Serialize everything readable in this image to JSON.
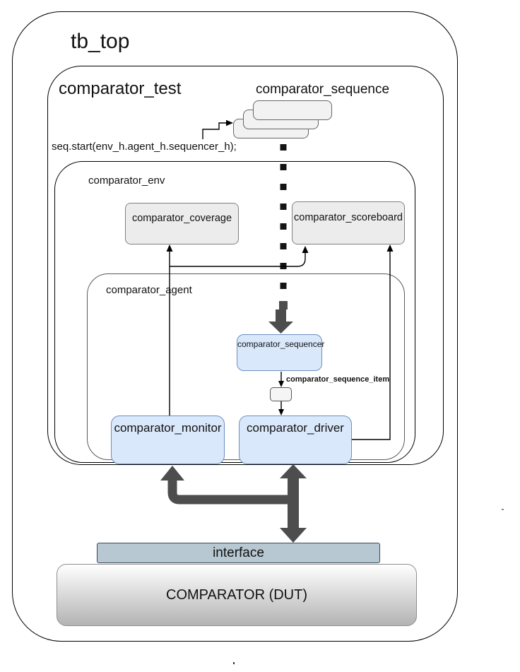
{
  "diagram": {
    "tb_top_label": "tb_top",
    "test_label": "comparator_test",
    "sequence_label": "comparator_sequence",
    "seq_start_code": "seq.start(env_h.agent_h.sequencer_h);",
    "env_label": "comparator_env",
    "coverage_label": "comparator_coverage",
    "scoreboard_label": "comparator_scoreboard",
    "agent_label": "comparator_agent",
    "sequencer_label": "comparator_sequencer",
    "sequence_item_label": "comparator_sequence_item",
    "monitor_label": "comparator_monitor",
    "driver_label": "comparator_driver",
    "interface_label": "interface",
    "dut_label": "COMPARATOR (DUT)"
  },
  "connectors": [
    {
      "from": "seq.start code",
      "to": "comparator_sequence stack",
      "style": "thin-stepped-arrow"
    },
    {
      "from": "comparator_sequence stack",
      "to": "comparator_sequencer",
      "style": "dotted-thick-arrow"
    },
    {
      "from": "comparator_sequencer",
      "to": "comparator_sequence_item",
      "style": "thin-arrow"
    },
    {
      "from": "comparator_sequence_item",
      "to": "comparator_driver",
      "style": "thin-arrow"
    },
    {
      "from": "comparator_monitor",
      "to": "comparator_coverage",
      "style": "thin-arrow"
    },
    {
      "from": "comparator_monitor",
      "to": "comparator_scoreboard",
      "style": "thin-arrow-branch"
    },
    {
      "from": "comparator_driver",
      "to": "comparator_scoreboard",
      "style": "thin-arrow"
    },
    {
      "from": "comparator_driver",
      "to": "interface",
      "style": "thick-double-arrow"
    },
    {
      "from": "interface",
      "to": "comparator_monitor",
      "style": "thick-arrow"
    }
  ],
  "colors": {
    "node_blue_fill": "#dae8fc",
    "node_blue_border": "#6c8ebf",
    "node_gray_fill": "#ececec",
    "node_gray_border": "#808080",
    "card_fill": "#f2f2f2",
    "card_border": "#666666",
    "interface_fill": "#b7c8d2",
    "interface_border": "#3a4b57",
    "dut_fill_top": "#ffffff",
    "dut_fill_bottom": "#b3b3b3",
    "dut_border": "#8f8f8f",
    "thick_arrow": "#4d4d4d",
    "line_black": "#000000"
  }
}
